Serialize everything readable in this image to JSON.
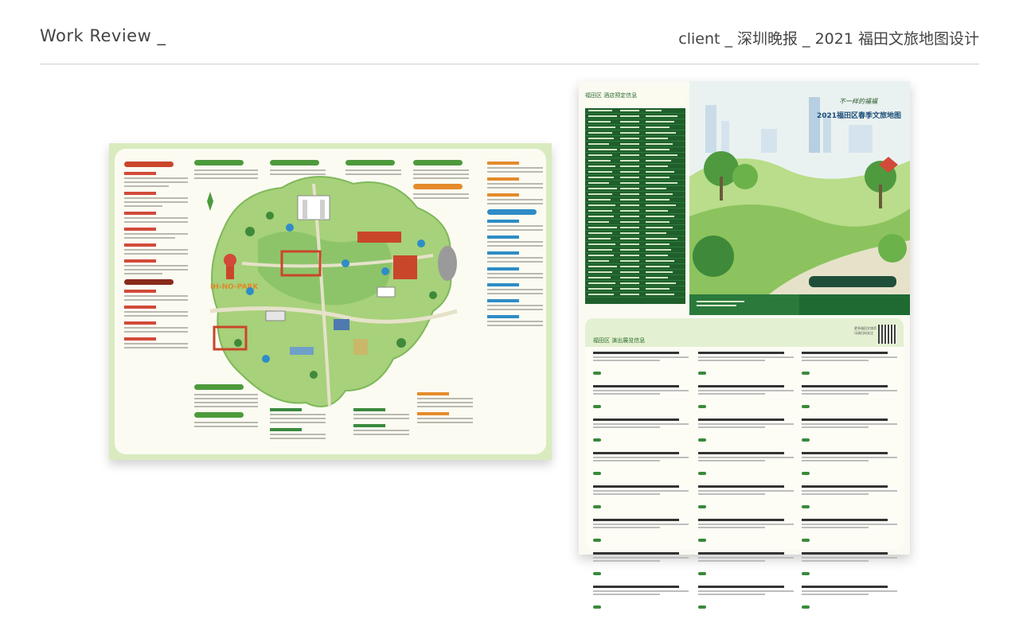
{
  "header": {
    "left": "Work Review _",
    "right": "client _ 深圳晚报 _ 2021 福田文旅地图设计"
  },
  "brochure_right": {
    "hotel_title": "福田区 酒店预定信息",
    "cover_tagline": "不一样的福福",
    "cover_title": "2021福田区春季文旅地图",
    "lower_title": "福田区 演出展览信息",
    "qr_caption": "更多福田文旅资讯请扫码关注"
  },
  "brochure_left": {
    "map_label": "IH-NO-PARK"
  },
  "colors": {
    "accent_green": "#1f6a32",
    "light_green": "#d9ebbe",
    "red": "#c9462b",
    "blue": "#2f8cc6"
  }
}
